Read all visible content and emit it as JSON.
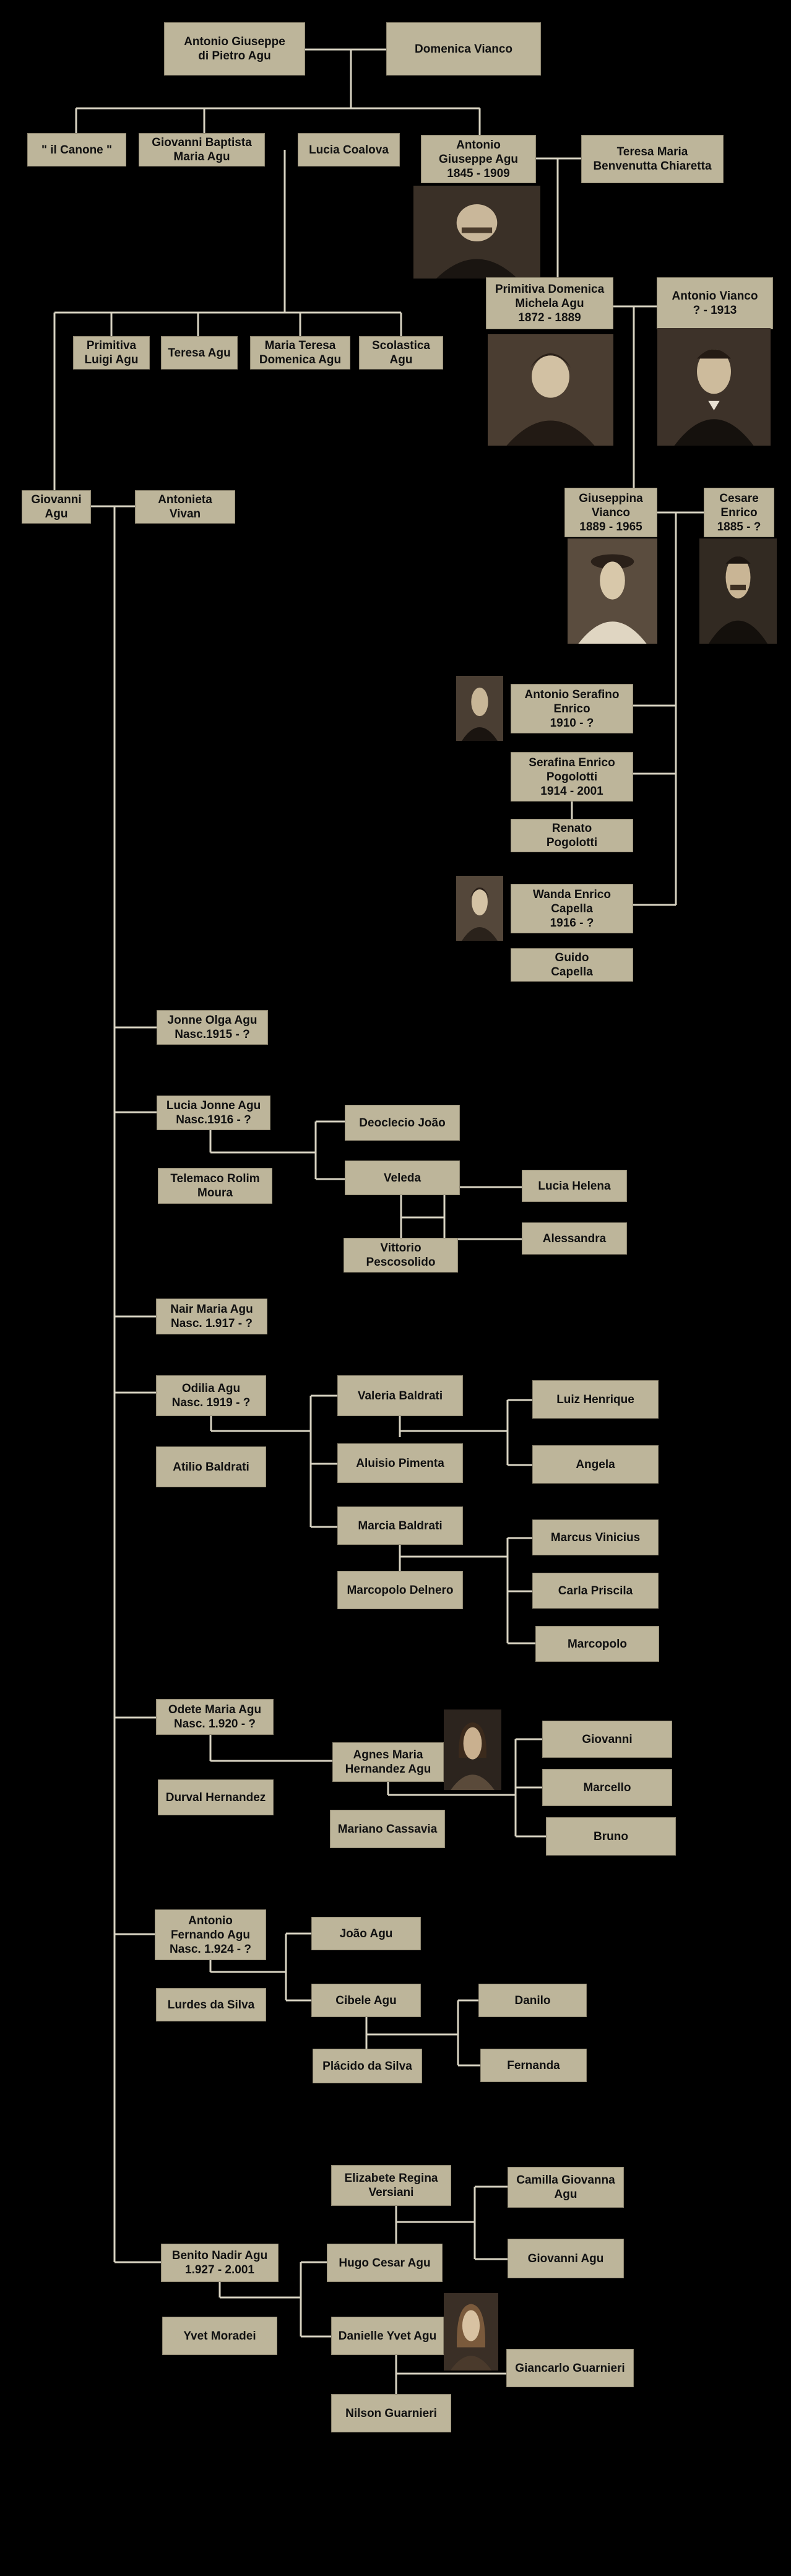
{
  "theme": {
    "background": "#000000",
    "box_fill": "#bdb59a",
    "line_color": "#d8d3c2",
    "text_color": "#111111",
    "photo_tone": "sepia"
  },
  "people": {
    "antonio_giuseppe_di_pietro": "Antonio Giuseppe\ndi Pietro Agu",
    "domenica_vianco": "Domenica Vianco",
    "il_canone": "\" il Canone \"",
    "giovanni_baptista": "Giovanni Baptista\nMaria Agu",
    "lucia_coalova": "Lucia Coalova",
    "antonio_giuseppe_1845": "Antonio\nGiuseppe Agu\n1845 - 1909",
    "teresa_maria_chiaretta": "Teresa Maria\nBenvenutta Chiaretta",
    "primitiva_domenica": "Primitiva Domenica\nMichela Agu\n1872 - 1889",
    "antonio_vianco": "Antonio Vianco\n? - 1913",
    "primitiva_luigi": "Primitiva\nLuigi Agu",
    "teresa_agu": "Teresa Agu",
    "maria_teresa_domenica": "Maria Teresa\nDomenica Agu",
    "scolastica_agu": "Scolastica\nAgu",
    "giovanni_agu_father": "Giovanni\nAgu",
    "antonieta_vivan": "Antonieta\nVivan",
    "giuseppina_vianco": "Giuseppina\nVianco\n1889 - 1965",
    "cesare_enrico": "Cesare\nEnrico\n1885 - ?",
    "antonio_serafino": "Antonio Serafino\nEnrico\n1910 - ?",
    "serafina_enrico": "Serafina Enrico\nPogolotti\n1914 - 2001",
    "renato_pogolotti": "Renato\nPogolotti",
    "wanda_enrico": "Wanda Enrico\nCapella\n1916 - ?",
    "guido_capella": "Guido\nCapella",
    "jonne_olga": "Jonne Olga Agu\nNasc.1915  -  ?",
    "lucia_jonne": "Lucia Jonne Agu\nNasc.1916  -  ?",
    "telemaco": "Telemaco Rolim\nMoura",
    "deoclecio": "Deoclecio João",
    "veleda": "Veleda",
    "vittorio": "Vittorio\nPescosolido",
    "lucia_helena": "Lucia Helena",
    "alessandra": "Alessandra",
    "nair_maria": "Nair Maria Agu\nNasc. 1.917  -  ?",
    "odilia_agu": "Odilia Agu\nNasc. 1919  -  ?",
    "atilio": "Atilio Baldrati",
    "valeria": "Valeria Baldrati",
    "aluisio": "Aluisio Pimenta",
    "marcia": "Marcia Baldrati",
    "marcopolo_delnero": "Marcopolo Delnero",
    "luiz_henrique": "Luiz Henrique",
    "angela": "Angela",
    "marcus_vinicius": "Marcus Vinicius",
    "carla_priscila": "Carla Priscila",
    "marcopolo": "Marcopolo",
    "odete_maria": "Odete Maria Agu\nNasc. 1.920 - ?",
    "durval": "Durval Hernandez",
    "agnes_maria": "Agnes Maria\nHernandez Agu",
    "mariano": "Mariano Cassavia",
    "giovanni_h": "Giovanni",
    "marcello": "Marcello",
    "bruno": "Bruno",
    "antonio_fernando": "Antonio\nFernando Agu\nNasc. 1.924  -  ?",
    "lurdes": "Lurdes da Silva",
    "joao_agu": "João Agu",
    "cibele": "Cibele Agu",
    "placido": "Plácido da Silva",
    "danilo": "Danilo",
    "fernanda": "Fernanda",
    "benito_nadir": "Benito Nadir Agu\n1.927  -  2.001",
    "yvet": "Yvet Moradei",
    "elizabete": "Elizabete Regina\nVersiani",
    "hugo": "Hugo Cesar Agu",
    "danielle": "Danielle Yvet Agu",
    "nilson": "Nilson Guarnieri",
    "camilla": "Camilla Giovanna\nAgu",
    "giovanni_agu_jr": "Giovanni Agu",
    "giancarlo": "Giancarlo Guarnieri"
  },
  "photos": {
    "antonio_giuseppe": "portrait-photo",
    "primitiva": "portrait-photo",
    "antonio_vianco": "portrait-photo",
    "giuseppina": "portrait-photo",
    "cesare": "portrait-photo",
    "antonio_serafino": "portrait-photo",
    "wanda": "portrait-photo",
    "agnes": "portrait-photo",
    "danielle": "portrait-photo"
  }
}
